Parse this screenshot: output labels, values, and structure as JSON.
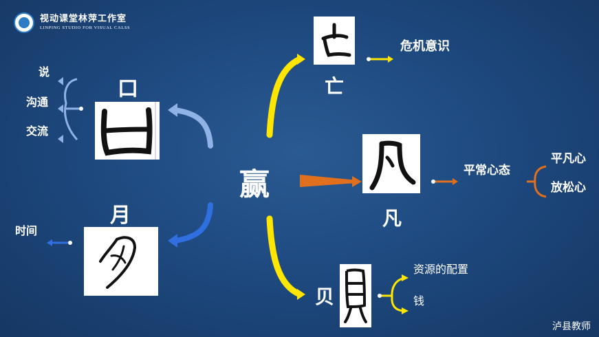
{
  "header": {
    "title": "视动课堂林萍工作室",
    "subtitle": "LINPING STUDIO FOR VISUAL CALSS"
  },
  "center": {
    "character": "赢"
  },
  "mouth": {
    "label": "口",
    "meanings": [
      "说",
      "沟通",
      "交流"
    ]
  },
  "moon": {
    "label": "月",
    "meaning": "时间"
  },
  "wang": {
    "label": "亡",
    "meaning": "危机意识"
  },
  "fan": {
    "label": "凡",
    "meaning": "平常心态",
    "sub_meanings": [
      "平凡心",
      "放松心"
    ]
  },
  "bei": {
    "label": "贝",
    "meanings": [
      "资源的配置",
      "钱"
    ]
  },
  "footer": {
    "text": "泸县教师"
  },
  "colors": {
    "background": "#1e4a80",
    "yellow": "#ffe600",
    "orange": "#e0701e",
    "light_blue": "#8fb3e6",
    "blue": "#2f6fe0"
  }
}
